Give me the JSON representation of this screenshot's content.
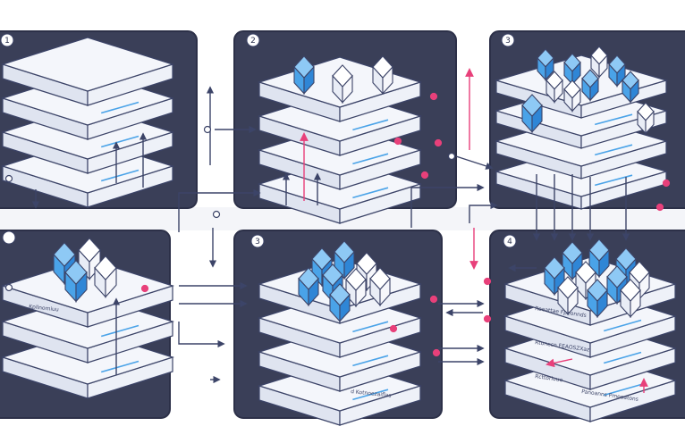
{
  "colors": {
    "panel": "#3a3f58",
    "panel_stroke": "#2c3048",
    "layer_top": "#f4f6fb",
    "layer_side": "#dfe4f0",
    "layer_stroke": "#3c4468",
    "accent_blue": "#4aa3e8",
    "accent_pink": "#e8407a",
    "line": "#3c4468",
    "background": "#ffffff"
  },
  "panels": [
    {
      "id": "p1",
      "badge": "1",
      "cubes": 0
    },
    {
      "id": "p2",
      "badge": "2",
      "cubes": 3
    },
    {
      "id": "p3",
      "badge": "3",
      "cubes": 10
    },
    {
      "id": "p4",
      "badge": "",
      "cubes": 4
    },
    {
      "id": "p5",
      "badge": "3",
      "cubes": 8
    },
    {
      "id": "p6",
      "badge": "4",
      "cubes": 10
    }
  ],
  "labels": {
    "p4_text_1": "Kpllnomiuu",
    "p5_text_1": "d Kotnoezaiflas",
    "p6_text_1": "Roeattae Fpeonnds",
    "p6_text_2": "Rtonecn FEAOSZXaz",
    "p6_text_3": "Rcttoriuue",
    "p6_text_4": "Panoanns Pmeoatons"
  },
  "icons": {
    "arrow": "arrow-icon",
    "dot": "connector-dot-icon",
    "cube": "cube-icon"
  }
}
